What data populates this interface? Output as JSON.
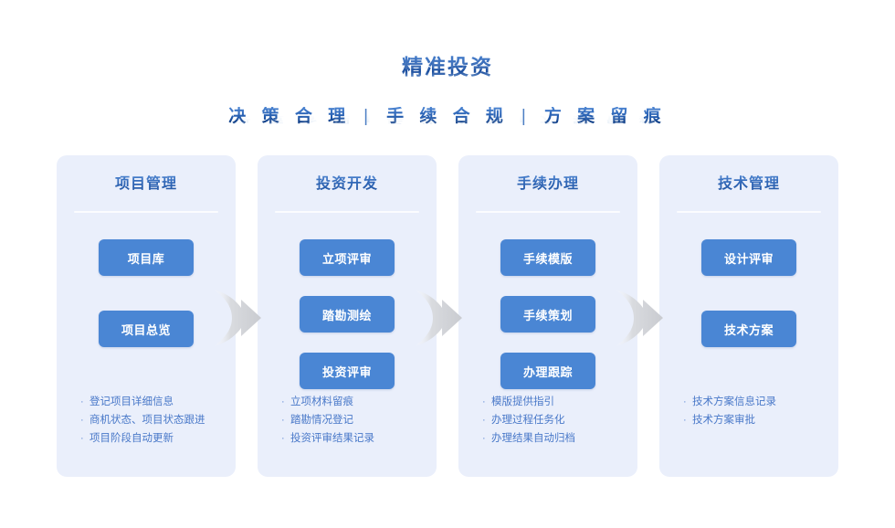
{
  "title": "精准投资",
  "subtitle": {
    "segments": [
      "决 策 合 理",
      "手 续 合 规",
      "方 案 留 痕"
    ],
    "separator": "|",
    "full": "决 策 合 理  |  手 续 合 规  |  方 案 留 痕"
  },
  "colors": {
    "brand_blue": "#2f66b6",
    "button_blue": "#4a86d4",
    "card_background": "#eaeffb",
    "bullet_text": "#4a79c9",
    "arrow_grey": "#d4d6da",
    "page_background": "#ffffff"
  },
  "flow": {
    "arrow_icon": "right-arrow-icon",
    "arrow_count": 3
  },
  "columns": [
    {
      "title": "项目管理",
      "buttons": [
        "项目库",
        "项目总览"
      ],
      "bullets": [
        "登记项目详细信息",
        "商机状态、项目状态跟进",
        "项目阶段自动更新"
      ]
    },
    {
      "title": "投资开发",
      "buttons": [
        "立项评审",
        "踏勘测绘",
        "投资评审"
      ],
      "bullets": [
        "立项材料留痕",
        "踏勘情况登记",
        "投资评审结果记录"
      ]
    },
    {
      "title": "手续办理",
      "buttons": [
        "手续模版",
        "手续策划",
        "办理跟踪"
      ],
      "bullets": [
        "模版提供指引",
        "办理过程任务化",
        "办理结果自动归档"
      ]
    },
    {
      "title": "技术管理",
      "buttons": [
        "设计评审",
        "技术方案"
      ],
      "bullets": [
        "技术方案信息记录",
        "技术方案审批"
      ]
    }
  ],
  "bullet_marker": "·"
}
